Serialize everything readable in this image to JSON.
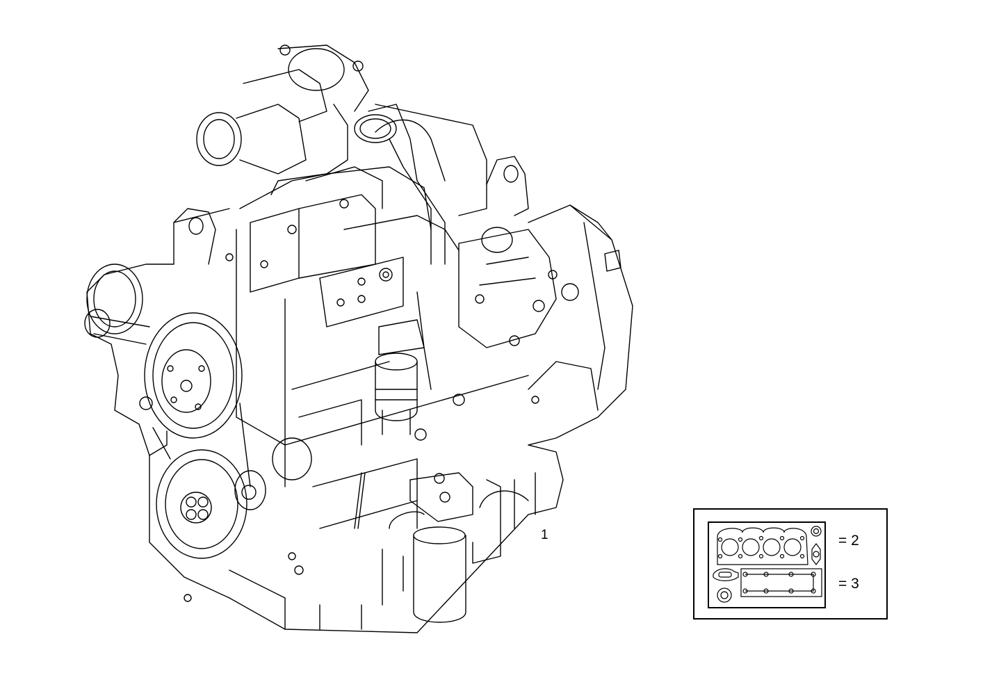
{
  "diagram": {
    "subject": "Engine assembly exploded parts illustration",
    "main_item": {
      "callout": "1",
      "description": "Complete engine assembly (4-cylinder diesel)"
    },
    "legend": {
      "items": [
        {
          "label": "= 2",
          "description": "Cylinder head gasket kit"
        },
        {
          "label": "= 3",
          "description": "Manifold / seal gasket kit"
        }
      ]
    },
    "colors": {
      "line": "#000000",
      "background": "#ffffff"
    }
  }
}
